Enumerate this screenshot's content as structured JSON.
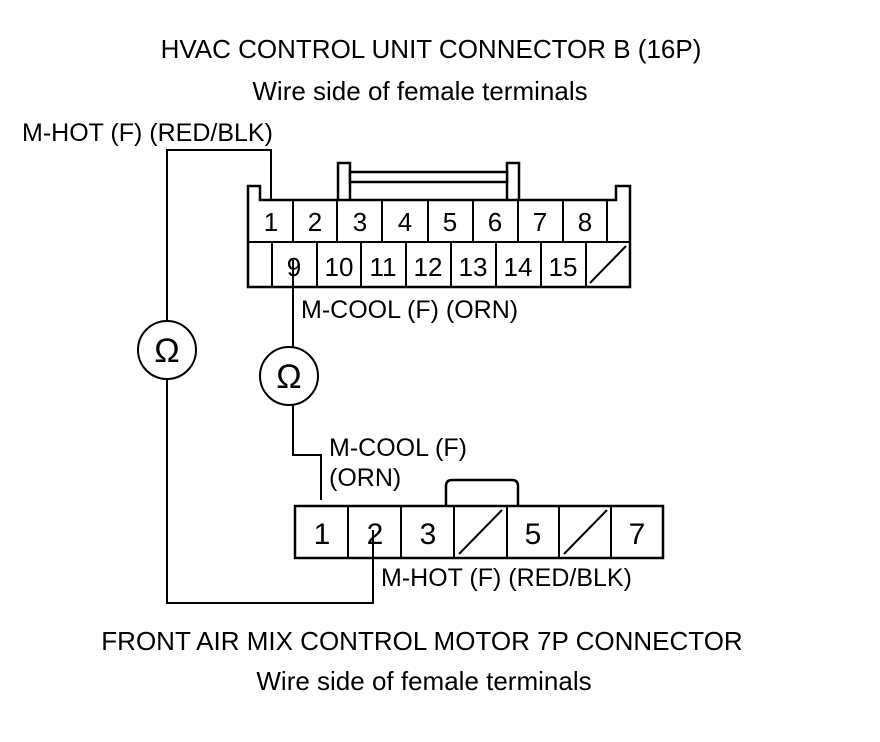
{
  "top_connector": {
    "title": "HVAC CONTROL UNIT CONNECTOR B (16P)",
    "subtitle": "Wire side of female terminals",
    "row1_pins": [
      "1",
      "2",
      "3",
      "4",
      "5",
      "6",
      "7",
      "8"
    ],
    "row2_pins": [
      "9",
      "10",
      "11",
      "12",
      "13",
      "14",
      "15"
    ]
  },
  "bottom_connector": {
    "title": "FRONT AIR MIX CONTROL MOTOR 7P CONNECTOR",
    "subtitle": "Wire side of female terminals",
    "pins": [
      "1",
      "2",
      "3",
      "",
      "5",
      "",
      "7"
    ]
  },
  "labels": {
    "mhot_top": "M-HOT (F) (RED/BLK)",
    "mcool_top": "M-COOL (F) (ORN)",
    "mcool_bottom_line1": "M-COOL (F)",
    "mcool_bottom_line2": "(ORN)",
    "mhot_bottom": "M-HOT (F) (RED/BLK)"
  },
  "meters": {
    "symbol": "Ω"
  }
}
